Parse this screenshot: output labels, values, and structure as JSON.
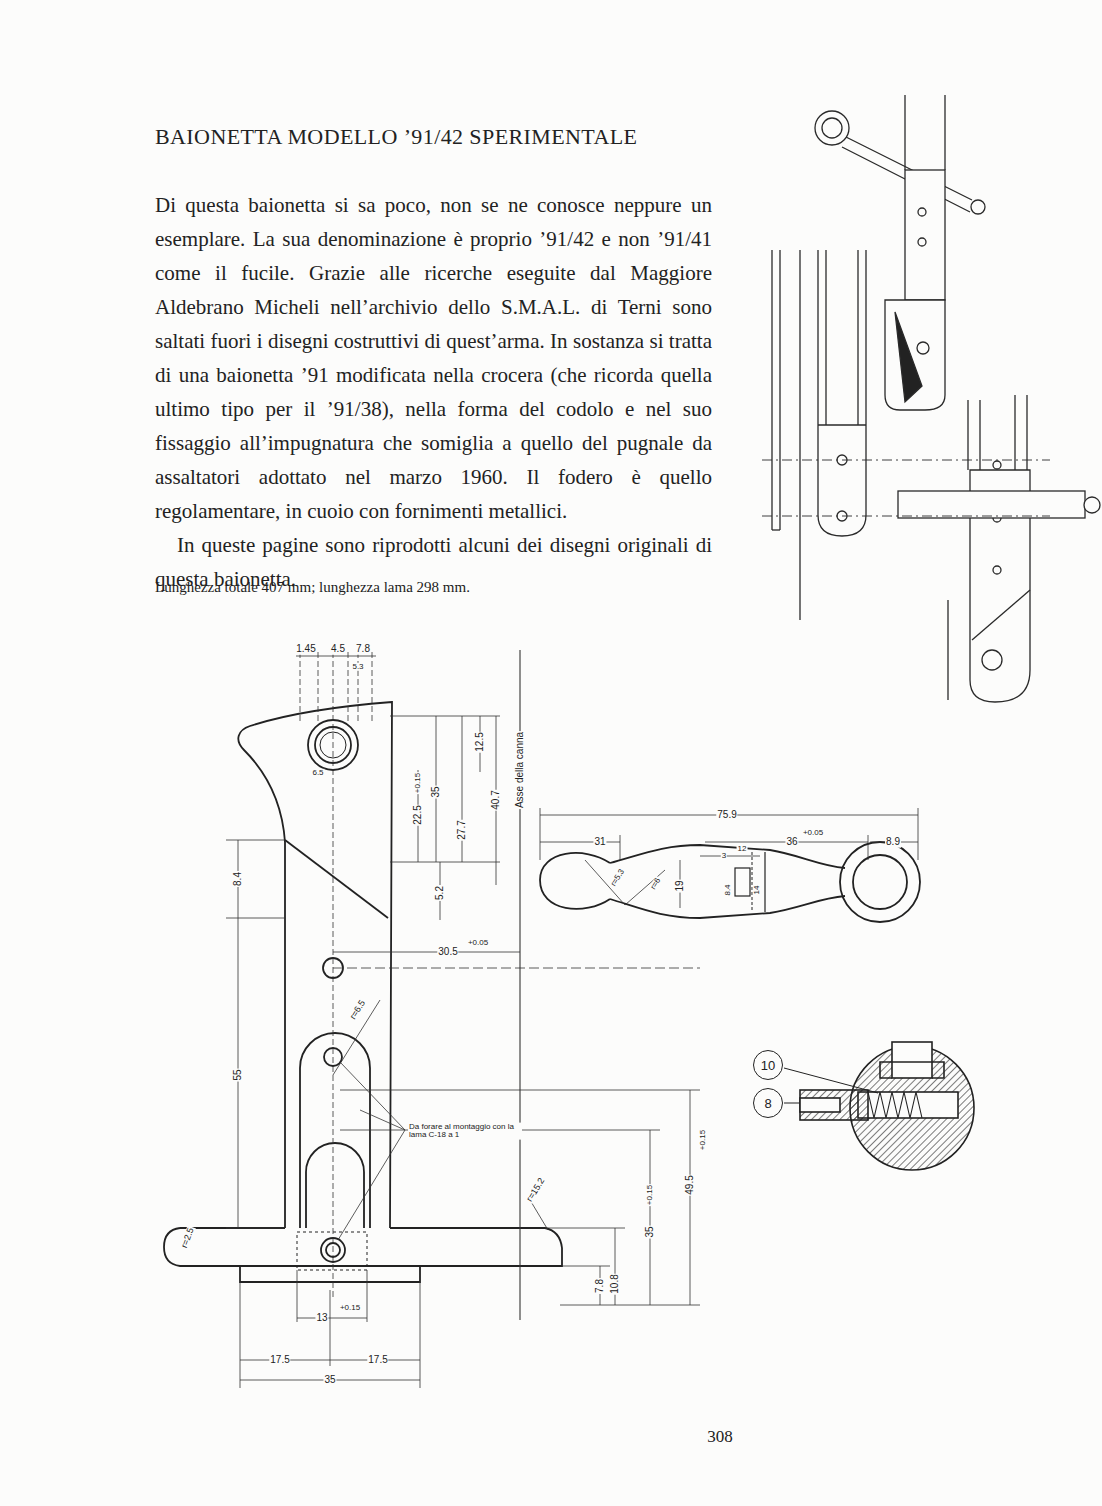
{
  "diagram": {
    "title": "BAIONETTA MODELLO ’91/42 SPERIMENTALE",
    "caption": "Lunghezza totale 407 mm; lunghezza lama 298 mm.",
    "nodes": [
      {
        "text": [
          "10"
        ]
      },
      {
        "text": [
          "8"
        ]
      }
    ],
    "labels": [
      "Di questa baionetta si sa poco, non se ne conosce neppure un esemplare. La sua denominazione è proprio ’91/42 e non ’91/41 come il fucile. Grazie alle ricerche eseguite dal Maggiore Aldebrano Micheli nell’archivio dello S.M.A.L. di Terni sono saltati fuori i disegni costruttivi di quest’arma. In sostanza si tratta di una baionetta ’91 modificata nella crocera (che ricorda quella ultimo tipo per il ’91/38), nella forma del codolo e nel suo fissaggio all’impugnatura che somiglia a quello del pugnale da assaltatori adottato nel marzo 1960. Il fodero è quello regolamentare, in cuoio con fornimenti metallici.",
      "In queste pagine sono riprodotti alcuni dei disegni originali di questa baionetta.",
      "1.45",
      "4.5",
      "7.8",
      "5.3",
      "6.5",
      "22.5",
      "+0.15",
      "35",
      "27.7",
      "40.7",
      "12.5",
      "5.2",
      "Asse della canna",
      "8.4",
      "30.5",
      "+0.05",
      "55",
      "r=6.5",
      "Da forare al montaggio con la lama C-18 a 1",
      "49.5",
      "+0.15",
      "35",
      "+0.15",
      "7.8",
      "10.8",
      "r=15.2",
      "r=2.5",
      "13",
      "+0.15",
      "17.5",
      "17.5",
      "35",
      "75.9",
      "31",
      "36",
      "+0.05",
      "8.9",
      "3",
      "12",
      "19",
      "r=5.3",
      "r=6",
      "8.4",
      "14",
      "308"
    ]
  }
}
